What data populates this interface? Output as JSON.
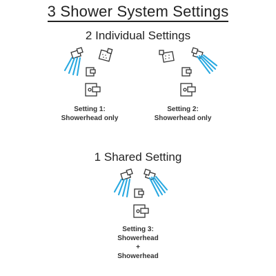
{
  "title": "3 Shower System Settings",
  "individual": {
    "heading": "2 Individual Settings",
    "setting1": {
      "line1": "Setting 1:",
      "line2": "Showerhead only"
    },
    "setting2": {
      "line1": "Setting 2:",
      "line2": "Showerhead only"
    }
  },
  "shared": {
    "heading": "1 Shared Setting",
    "setting3": {
      "line1": "Setting 3:",
      "line2": "Showerhead",
      "line3": "+",
      "line4": "Showerhead"
    }
  },
  "colors": {
    "spray": "#29a9e1",
    "outline": "#333333"
  },
  "icons": [
    "showerhead-icon",
    "diverter-valve-icon",
    "thermostatic-valve-icon"
  ]
}
